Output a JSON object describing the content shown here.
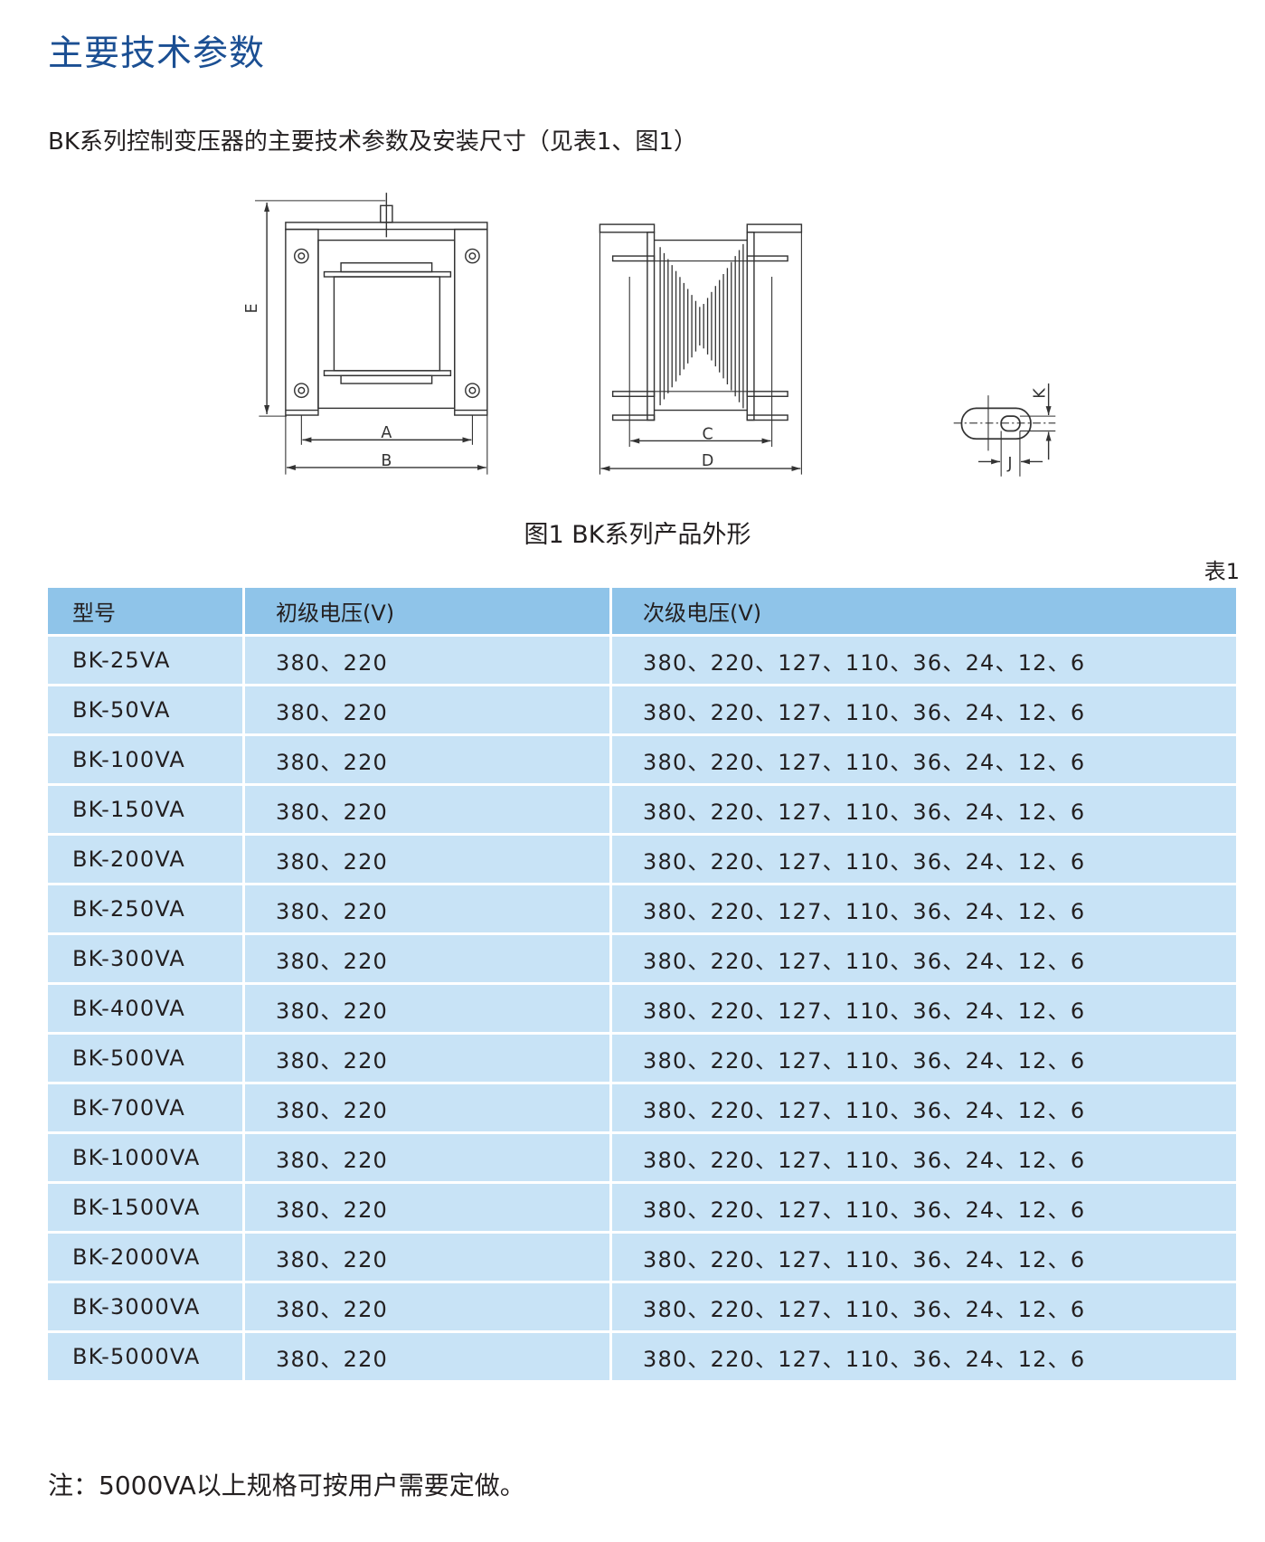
{
  "title": "主要技术参数",
  "subtitle": "BK系列控制变压器的主要技术参数及安装尺寸（见表1、图1）",
  "figure": {
    "caption": "图1  BK系列产品外形",
    "labels": {
      "A": "A",
      "B": "B",
      "C": "C",
      "D": "D",
      "E": "E",
      "J": "J",
      "K": "K"
    }
  },
  "table_label": "表1",
  "table": {
    "headers": [
      "型号",
      "初级电压(V)",
      "次级电压(V)"
    ],
    "rows": [
      [
        "BK-25VA",
        "380、220",
        "380、220、127、110、36、24、12、6"
      ],
      [
        "BK-50VA",
        "380、220",
        "380、220、127、110、36、24、12、6"
      ],
      [
        "BK-100VA",
        "380、220",
        "380、220、127、110、36、24、12、6"
      ],
      [
        "BK-150VA",
        "380、220",
        "380、220、127、110、36、24、12、6"
      ],
      [
        "BK-200VA",
        "380、220",
        "380、220、127、110、36、24、12、6"
      ],
      [
        "BK-250VA",
        "380、220",
        "380、220、127、110、36、24、12、6"
      ],
      [
        "BK-300VA",
        "380、220",
        "380、220、127、110、36、24、12、6"
      ],
      [
        "BK-400VA",
        "380、220",
        "380、220、127、110、36、24、12、6"
      ],
      [
        "BK-500VA",
        "380、220",
        "380、220、127、110、36、24、12、6"
      ],
      [
        "BK-700VA",
        "380、220",
        "380、220、127、110、36、24、12、6"
      ],
      [
        "BK-1000VA",
        "380、220",
        "380、220、127、110、36、24、12、6"
      ],
      [
        "BK-1500VA",
        "380、220",
        "380、220、127、110、36、24、12、6"
      ],
      [
        "BK-2000VA",
        "380、220",
        "380、220、127、110、36、24、12、6"
      ],
      [
        "BK-3000VA",
        "380、220",
        "380、220、127、110、36、24、12、6"
      ],
      [
        "BK-5000VA",
        "380、220",
        "380、220、127、110、36、24、12、6"
      ]
    ]
  },
  "note": "注：5000VA以上规格可按用户需要定做。",
  "colors": {
    "title": "#1b4f93",
    "header_bg": "#8fc4e9",
    "row_bg": "#c8e3f6"
  }
}
